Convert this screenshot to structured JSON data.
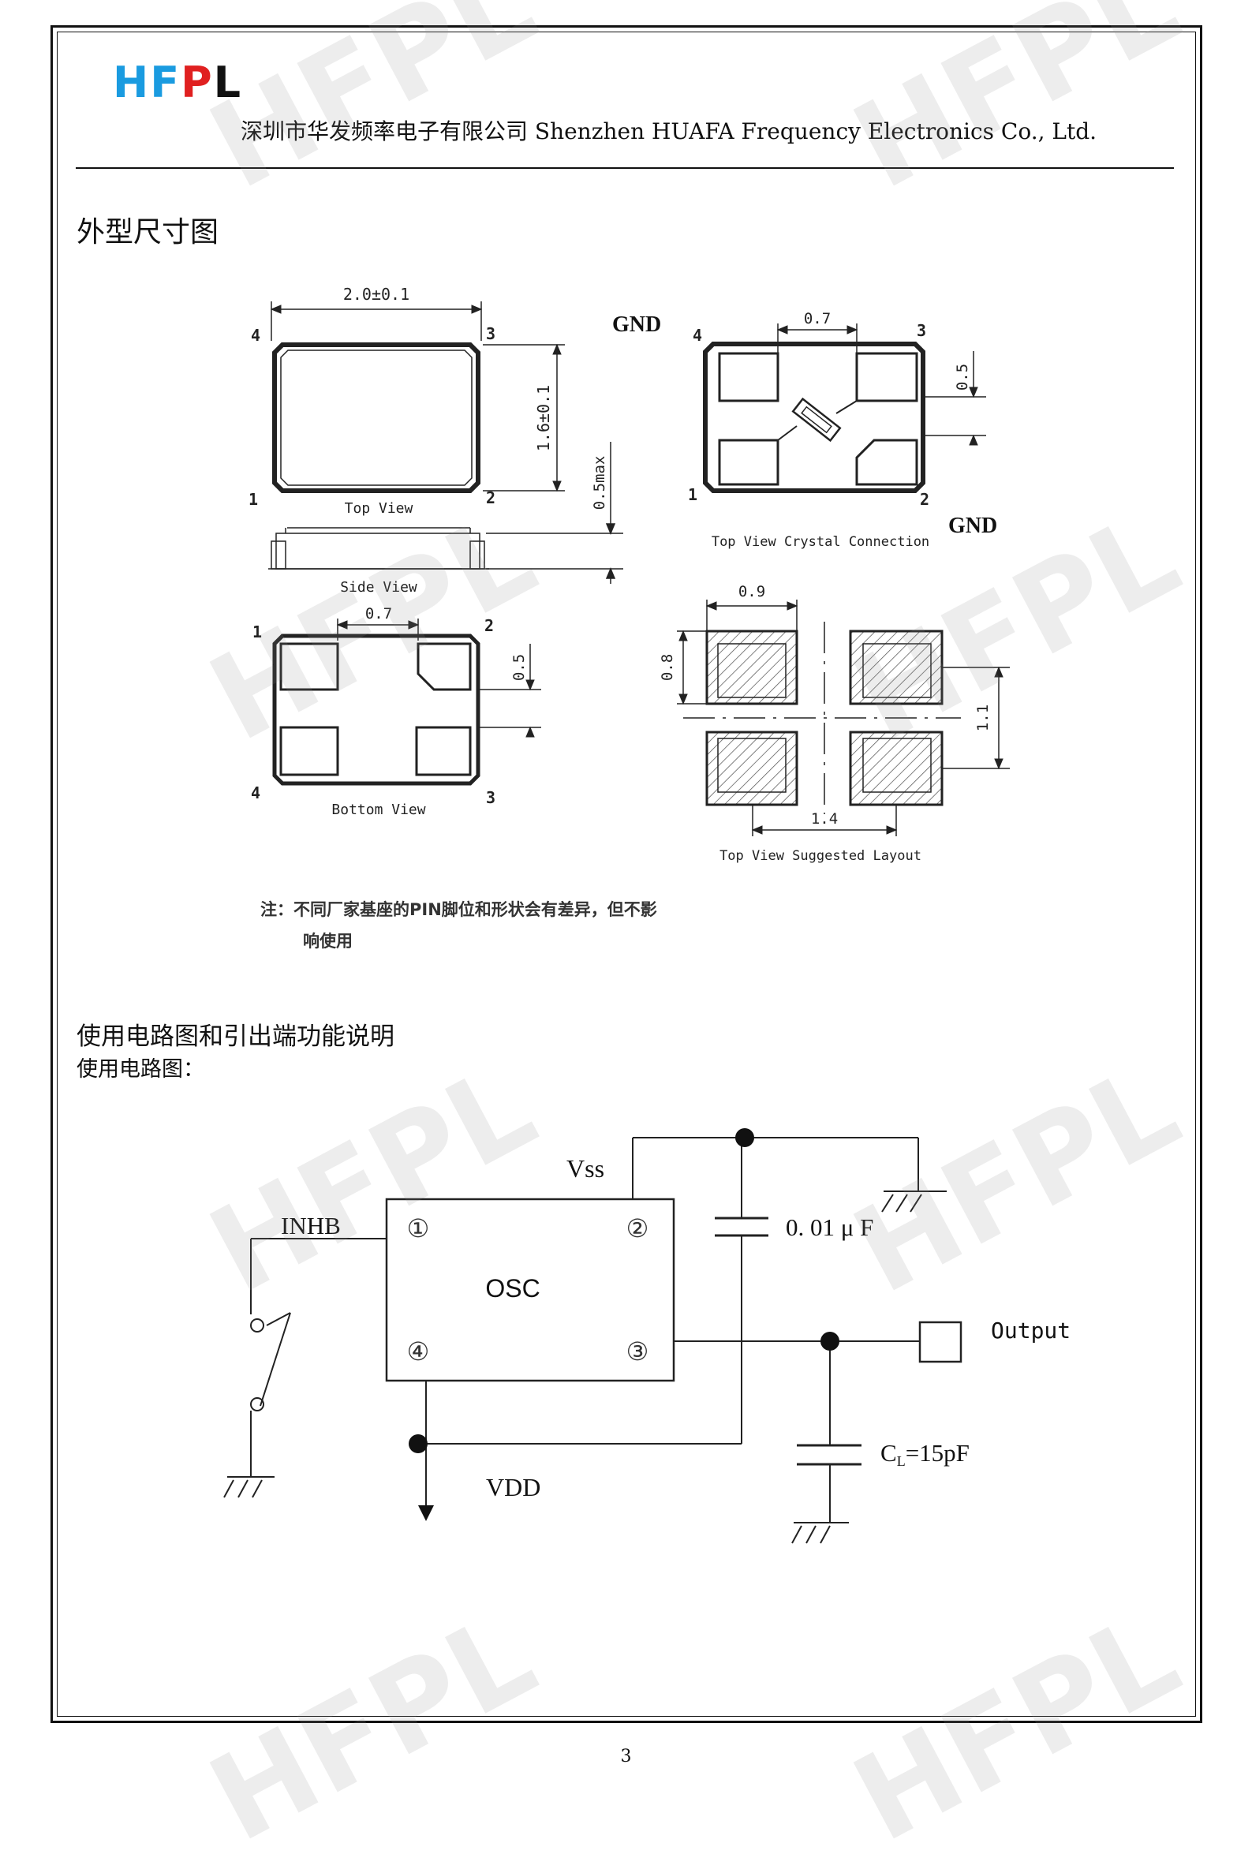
{
  "header": {
    "logo": [
      "H",
      "F",
      "P",
      "L"
    ],
    "logo_colors": [
      "#1a9be0",
      "#1a9be0",
      "#e02020",
      "#111111"
    ],
    "company": "深圳市华发频率电子有限公司 Shenzhen HUAFA Frequency Electronics Co., Ltd."
  },
  "watermark": "HFPL",
  "section1": {
    "title": "外型尺寸图"
  },
  "dimensions": {
    "top_view": {
      "width": "2.0±0.1",
      "height": "1.6±0.1",
      "caption": "Top View",
      "pins": [
        "1",
        "2",
        "3",
        "4"
      ]
    },
    "side_view": {
      "height": "0.5max",
      "caption": "Side View"
    },
    "crystal_view": {
      "gnd_top": "GND",
      "gnd_bottom": "GND",
      "pad_spacing": "0.7",
      "pad_height": "0.5",
      "caption": "Top View Crystal Connection",
      "pins": [
        "1",
        "2",
        "3",
        "4"
      ]
    },
    "bottom_view": {
      "pad_spacing": "0.7",
      "pad_height": "0.5",
      "caption": "Bottom View",
      "pins": [
        "1",
        "2",
        "3",
        "4"
      ]
    },
    "layout_view": {
      "pad_width": "0.9",
      "pad_height": "0.8",
      "pitch_v": "1.1",
      "pitch_h": "1.4",
      "caption": "Top View Suggested Layout"
    },
    "note_line1": "注：不同厂家基座的PIN脚位和形状会有差异，但不影",
    "note_line2": "响使用"
  },
  "section2": {
    "title": "使用电路图和引出端功能说明",
    "subtitle": "使用电路图："
  },
  "circuit": {
    "chip": "OSC",
    "pins": [
      "①",
      "②",
      "③",
      "④"
    ],
    "vss": "Vss",
    "vdd": "VDD",
    "inhb": "INHB",
    "cap1": "0. 01 μ F",
    "output": "Output",
    "cl_prefix": "C",
    "cl_sub": "L",
    "cl_value": "=15pF"
  },
  "footer": {
    "page": "3"
  }
}
